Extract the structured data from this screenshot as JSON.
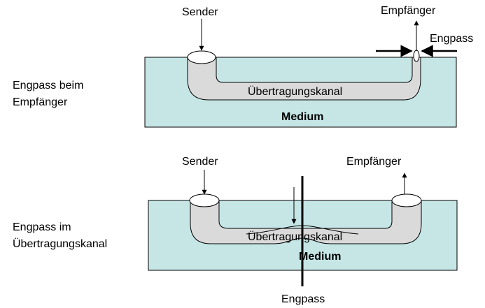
{
  "colors": {
    "medium": "#C6E6E6",
    "channel": "#DADADA",
    "stroke": "#000000",
    "background": "#FFFFFF"
  },
  "top": {
    "side_label_line1": "Engpass beim",
    "side_label_line2": "Empfänger",
    "sender": "Sender",
    "receiver": "Empfänger",
    "bottleneck": "Engpass",
    "channel": "Übertragungskanal",
    "medium": "Medium"
  },
  "bottom": {
    "side_label_line1": "Engpass im",
    "side_label_line2": "Übertragungskanal",
    "sender": "Sender",
    "receiver": "Empfänger",
    "bottleneck": "Engpass",
    "channel": "Übertragungskanal",
    "medium": "Medium"
  }
}
